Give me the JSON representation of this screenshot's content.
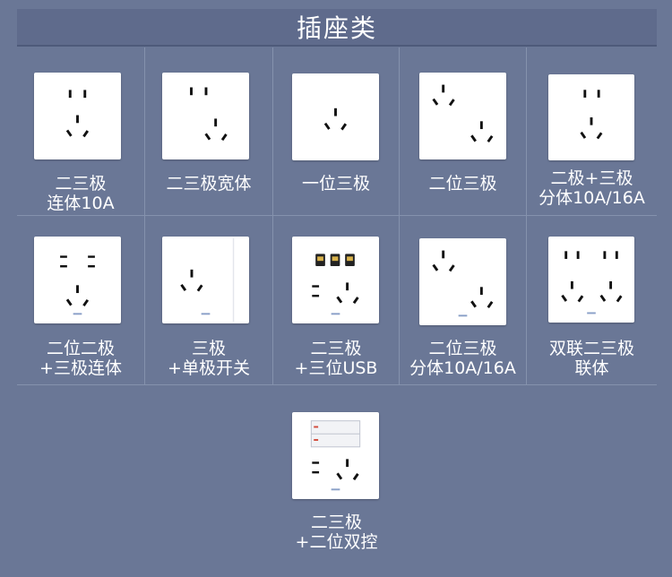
{
  "title": "插座类",
  "items": [
    {
      "line1": "二三极",
      "line2": "连体10A",
      "icon": "two-three-pin-socket-icon"
    },
    {
      "line1": "二三极宽体",
      "line2": "",
      "icon": "wide-two-three-pin-socket-icon"
    },
    {
      "line1": "一位三极",
      "line2": "",
      "icon": "single-three-pin-socket-icon"
    },
    {
      "line1": "二位三极",
      "line2": "",
      "icon": "double-three-pin-socket-icon"
    },
    {
      "line1": "二极+三极",
      "line2": "分体10A/16A",
      "icon": "split-two-three-pin-socket-icon"
    },
    {
      "line1": "二位二极",
      "line2": "+三极连体",
      "icon": "double-two-pin-three-pin-socket-icon"
    },
    {
      "line1": "三极",
      "line2": "+单极开关",
      "icon": "three-pin-socket-switch-icon"
    },
    {
      "line1": "二三极",
      "line2": "+三位USB",
      "icon": "socket-triple-usb-icon"
    },
    {
      "line1": "二位三极",
      "line2": "分体10A/16A",
      "icon": "split-double-three-pin-socket-icon"
    },
    {
      "line1": "双联二三极",
      "line2": "联体",
      "icon": "dual-two-three-pin-socket-icon"
    },
    {
      "line1": "二三极",
      "line2": "+二位双控",
      "icon": "socket-two-gang-switch-icon"
    }
  ]
}
